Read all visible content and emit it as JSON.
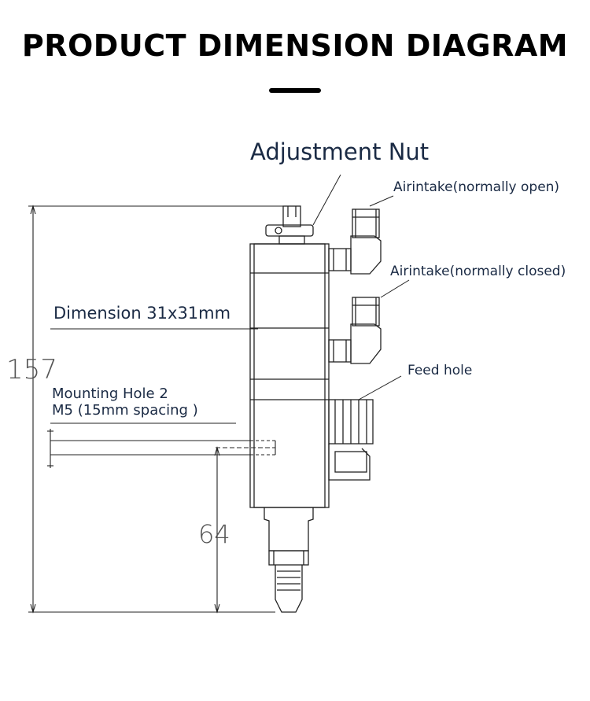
{
  "title": "PRODUCT DIMENSION DIAGRAM",
  "labels": {
    "adjustment_nut": "Adjustment Nut",
    "airintake_open": "Airintake(normally open)",
    "airintake_closed": "Airintake(normally closed)",
    "dimension": "Dimension 31x31mm",
    "feed_hole": "Feed hole",
    "mounting_line1": "Mounting Hole 2",
    "mounting_line2": "M5 (15mm spacing )"
  },
  "dimensions": {
    "total_height": "157",
    "lower_height": "64"
  }
}
